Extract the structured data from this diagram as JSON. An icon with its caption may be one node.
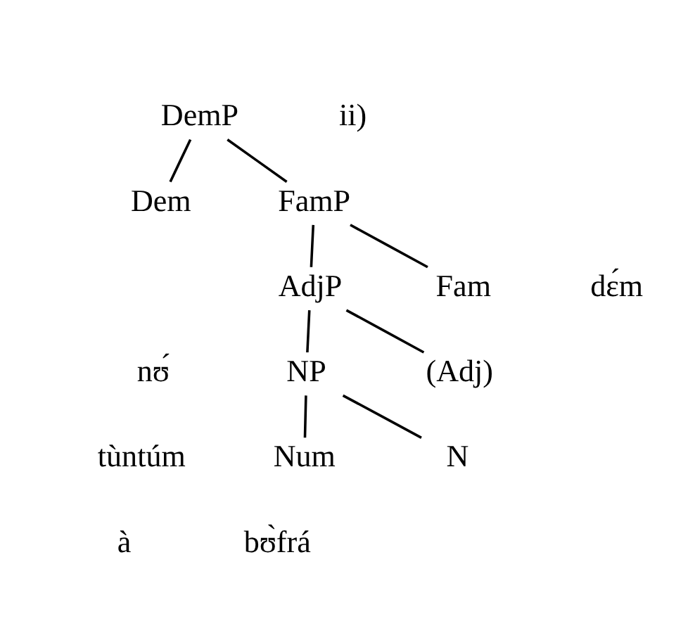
{
  "diagram": {
    "nodes": [
      {
        "text": [
          "DemP"
        ]
      },
      {
        "text": [
          "Dem"
        ]
      },
      {
        "text": [
          "FamP"
        ]
      },
      {
        "text": [
          "AdjP"
        ]
      },
      {
        "text": [
          "Fam"
        ]
      },
      {
        "text": [
          "NP"
        ]
      },
      {
        "text": [
          "(Adj)"
        ]
      },
      {
        "text": [
          "Num"
        ]
      },
      {
        "text": [
          "N"
        ]
      }
    ],
    "edges": [
      {
        "from": 0,
        "to": 1,
        "arrow": "none"
      },
      {
        "from": 0,
        "to": 2,
        "arrow": "none"
      },
      {
        "from": 2,
        "to": 3,
        "arrow": "none"
      },
      {
        "from": 2,
        "to": 4,
        "arrow": "none"
      },
      {
        "from": 3,
        "to": 5,
        "arrow": "none"
      },
      {
        "from": 3,
        "to": 6,
        "arrow": "none"
      },
      {
        "from": 5,
        "to": 7,
        "arrow": "none"
      },
      {
        "from": 5,
        "to": 8,
        "arrow": "none"
      }
    ],
    "labels": [
      "ii)",
      "dɛ́m",
      "nʊ́",
      "tùntúm",
      "à",
      "bʊ̀frá"
    ]
  }
}
